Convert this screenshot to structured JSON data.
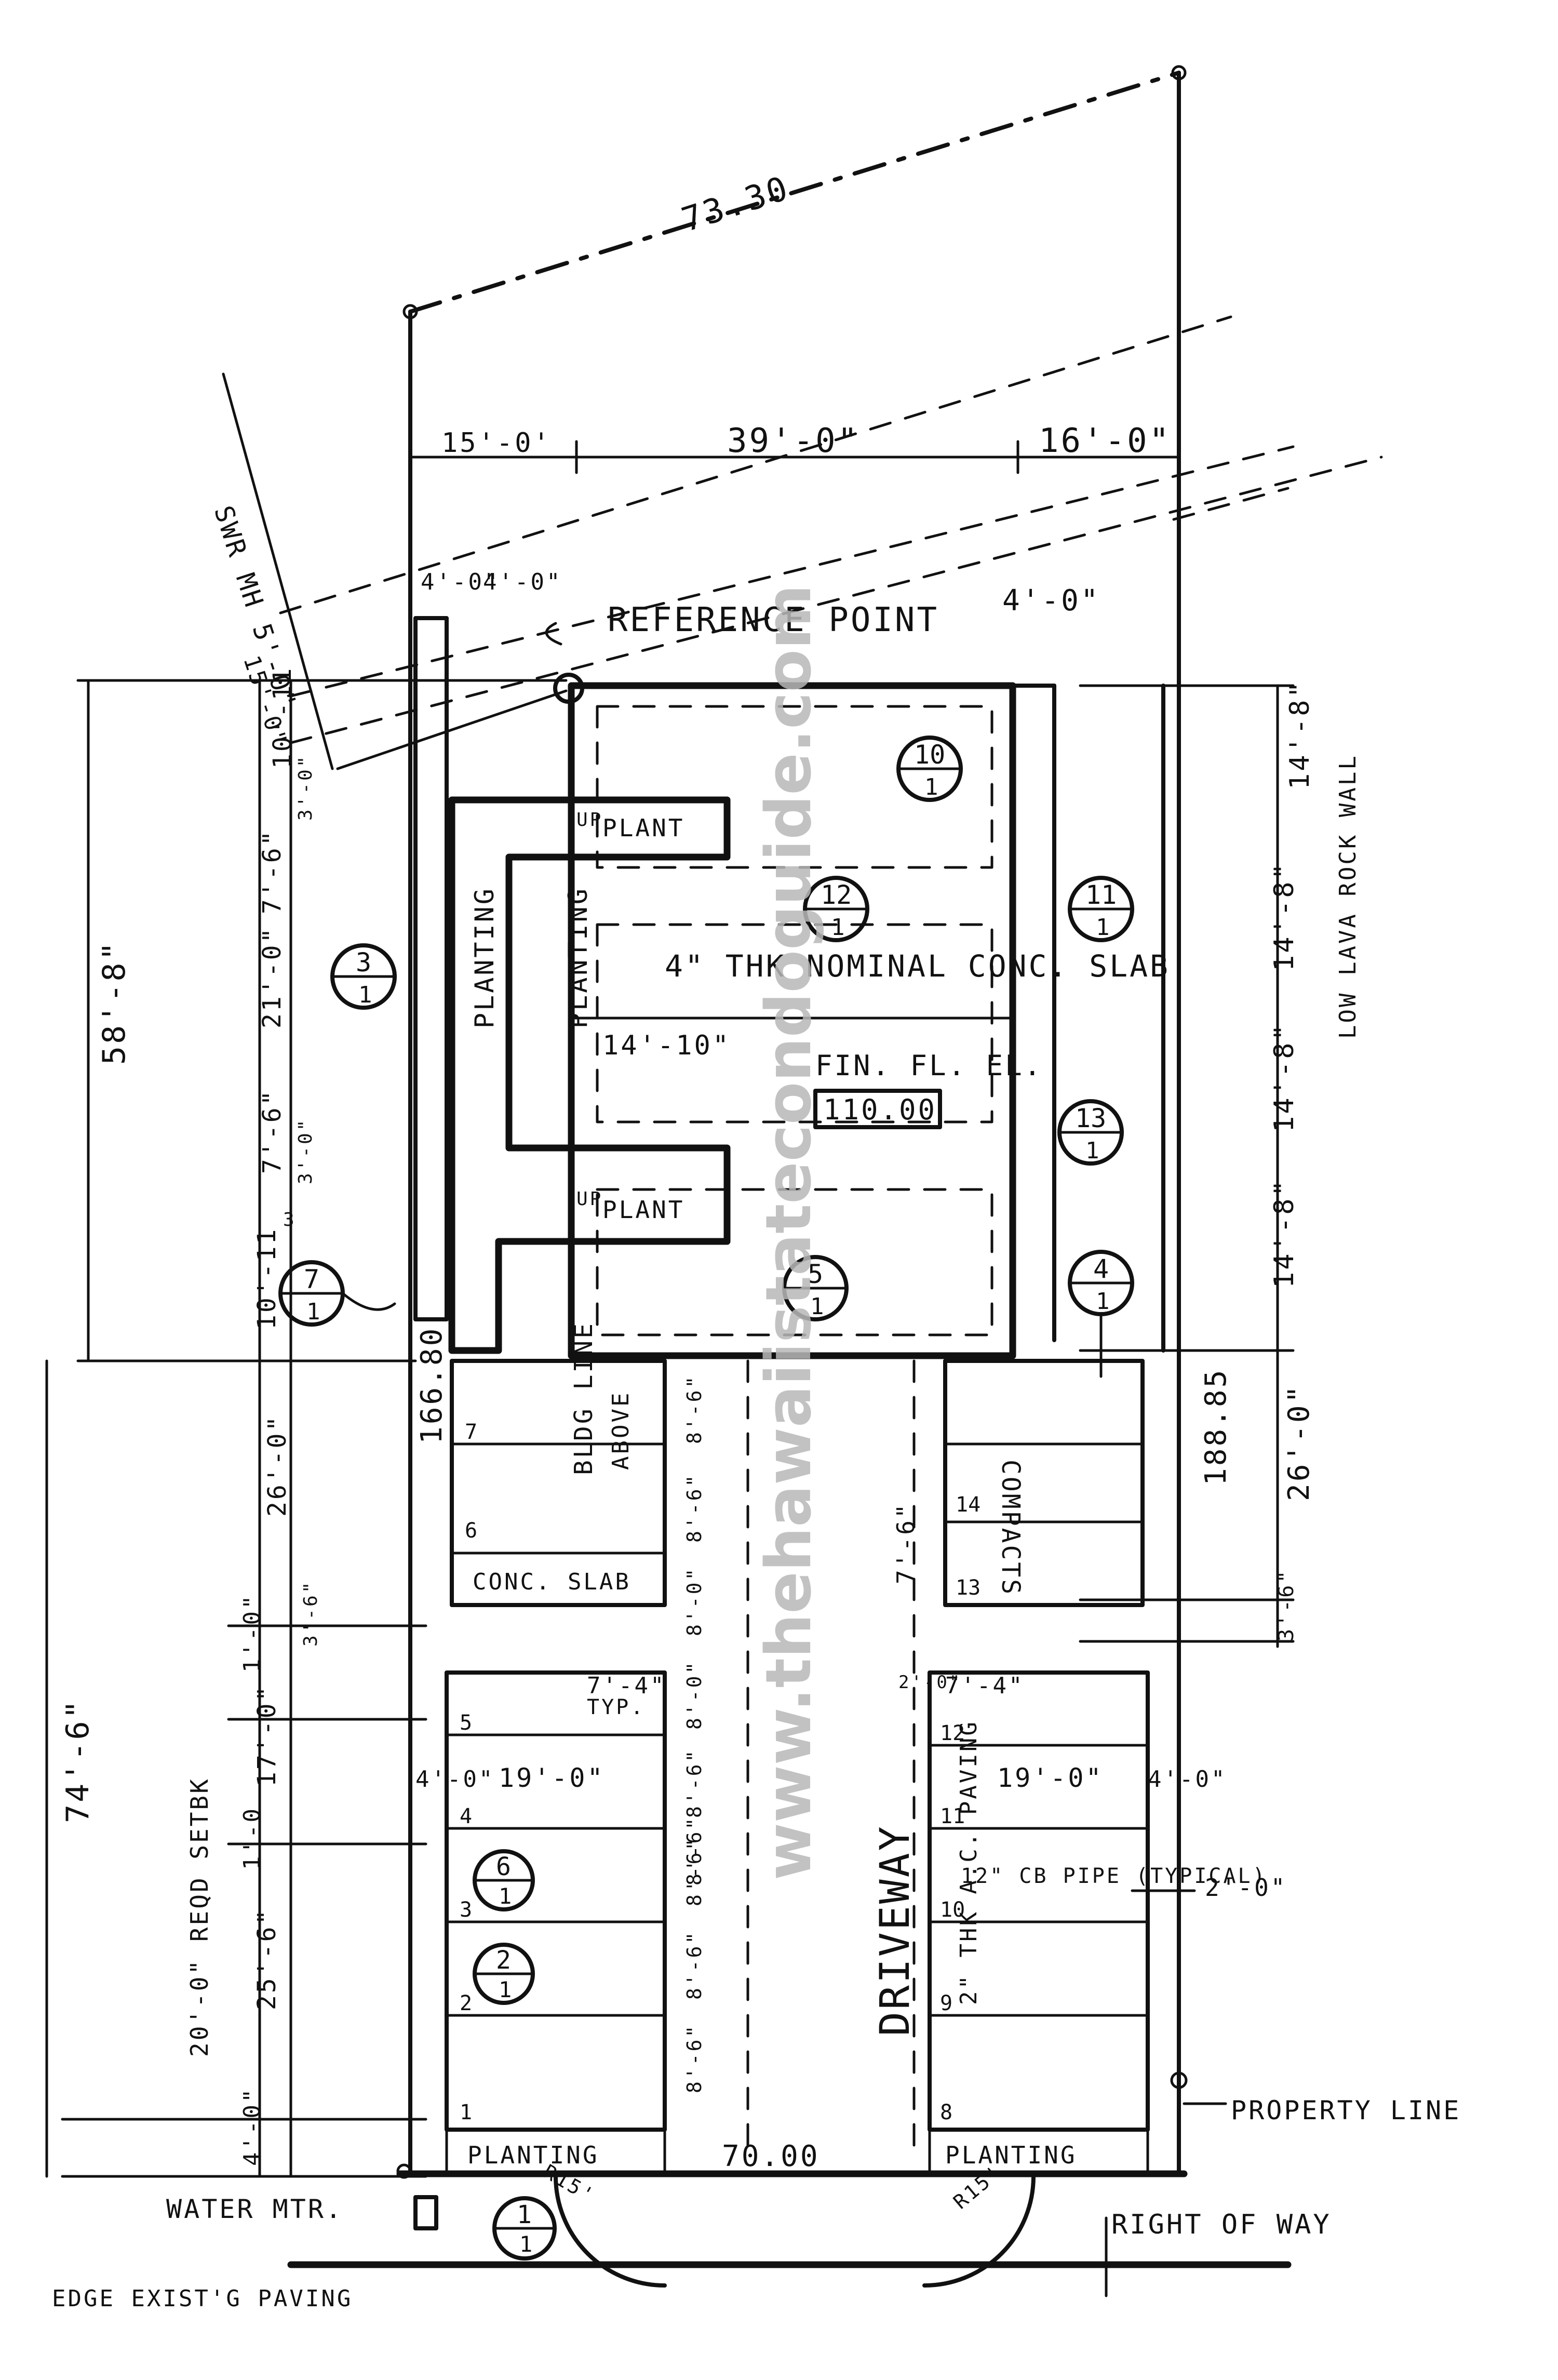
{
  "watermark": "www.thehawaiistatecondoguide.com",
  "property": {
    "top_boundary": "73.30",
    "left_boundary": "166.80",
    "right_boundary": "188.85",
    "frontage": "70.00",
    "reference_point": "REFERENCE POINT",
    "property_line": "PROPERTY LINE",
    "right_of_way": "RIGHT OF WAY",
    "edge_paving": "EDGE EXIST'G PAVING",
    "water_meter": "WATER MTR.",
    "sewer_mh": "SWR MH",
    "sewer_note": "SWR MH 5'-0\"",
    "road_note": "15'-0\""
  },
  "building": {
    "slab_note": "4\" THK NOMINAL CONC. SLAB",
    "fin_floor_label": "FIN. FL. EL.",
    "fin_floor_value": "110.00",
    "planting": "PLANTING",
    "plant_label": "PLANT",
    "up_label": "UP",
    "dim_14_10": "14'-10\"",
    "bldg_line": "BLDG LINE",
    "above": "ABOVE",
    "conc_slab": "CONC. SLAB",
    "low_wall": "LOW LAVA ROCK WALL",
    "compacts": "COMPACTS"
  },
  "driveway": {
    "label": "DRIVEWAY",
    "paving": "2\" THK A.C. PAVING",
    "cb_pipe": "12\" CB PIPE (TYPICAL)"
  },
  "dimensions_top": [
    "15'-0'",
    "39'-0\"",
    "16'-0\"",
    "4'-0\"",
    "4'-0\"",
    "4'-0\""
  ],
  "dimensions_left": [
    "10'-11",
    "7'-6\"",
    "21'-0\"",
    "7'-6\"",
    "10'-11",
    "26'-0\"",
    "1'-0\"",
    "17'-0\"",
    "1'-0",
    "25'-6\"",
    "4'-0\""
  ],
  "dimensions_left_small": [
    "3'-0\"",
    "3'-0\"",
    "3'-6\"",
    "3"
  ],
  "dimension_58": "58'-8\"",
  "dimension_74": "74'-6\"",
  "setback": "20'-0\" REQD SETBK",
  "dimensions_right": [
    "14'-8\"",
    "14'-8\"",
    "14'-8\"",
    "14'-8\"",
    "26'-0\"",
    "3'-6\""
  ],
  "parking": {
    "left_stall_numbers": [
      "7",
      "6",
      "5",
      "4",
      "3",
      "2",
      "1"
    ],
    "right_stall_numbers": [
      "14",
      "13",
      "12",
      "11",
      "10",
      "9",
      "8"
    ],
    "stall_widths": [
      "8'-6\"",
      "8'-6\"",
      "8'-0\"",
      "8'-0\"",
      "8'-6\"",
      "8'-6\"",
      "8'-6\"",
      "8'-6\"",
      "8'-6\""
    ],
    "dim_7_4": "7'-4\"",
    "typ": "TYP.",
    "dim_19_0": "19'-0\"",
    "dim_4_0": "4'-0\"",
    "dim_2_0": "2'-0\"",
    "dim_7_6": "7'-6\"",
    "dim_2_0_small": "2'-0\"",
    "dim_19_0_right": "19'-0\"",
    "dim_4_0_right": "4'-0\"",
    "dim_7_4_right": "7'-4\"",
    "dim_2_right": "2'-0\"",
    "radius_left": "R15'",
    "radius_right": "R15'"
  },
  "callouts": [
    {
      "id": "c10",
      "top": "10",
      "bottom": "1"
    },
    {
      "id": "c12",
      "top": "12",
      "bottom": "1"
    },
    {
      "id": "c11",
      "top": "11",
      "bottom": "1"
    },
    {
      "id": "c3",
      "top": "3",
      "bottom": "1"
    },
    {
      "id": "c13",
      "top": "13",
      "bottom": "1"
    },
    {
      "id": "c7",
      "top": "7",
      "bottom": "1"
    },
    {
      "id": "c5",
      "top": "5",
      "bottom": "1"
    },
    {
      "id": "c4",
      "top": "4",
      "bottom": "1"
    },
    {
      "id": "c6",
      "top": "6",
      "bottom": "1"
    },
    {
      "id": "c2",
      "top": "2",
      "bottom": "1"
    },
    {
      "id": "c1",
      "top": "1",
      "bottom": "1"
    }
  ]
}
